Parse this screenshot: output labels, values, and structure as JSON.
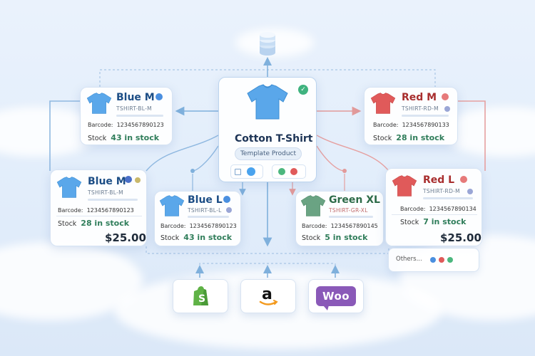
{
  "template": {
    "title": "Cotton T-Shirt",
    "subtitle": "Template Product"
  },
  "variants": {
    "blue_m_top": {
      "name": "Blue M",
      "sku": "TSHIRT-BL-M",
      "barcode_label": "Barcode:",
      "barcode": "1234567890123",
      "stock_label": "Stock",
      "stock_value": "43 in stock",
      "color": "#5aa0e6"
    },
    "red_m_top": {
      "name": "Red M",
      "sku": "TSHIRT-RD-M",
      "barcode_label": "Barcode:",
      "barcode": "1234567890133",
      "stock_label": "Stock",
      "stock_value": "28 in stock",
      "color": "#e05a5a"
    },
    "blue_m_big": {
      "name": "Blue M",
      "sku": "TSHIRT-BL-M",
      "barcode_label": "Barcode:",
      "barcode": "1234567890123",
      "stock_label": "Stock",
      "stock_value": "28 in stock",
      "price": "$25.00",
      "color": "#5aa0e6"
    },
    "blue_l": {
      "name": "Blue L",
      "sku": "TSHIRT-BL-L",
      "barcode_label": "Barcode:",
      "barcode": "1234567890123",
      "stock_label": "Stock",
      "stock_value": "43 in stock",
      "color": "#5aa0e6"
    },
    "green_xl": {
      "name": "Green XL",
      "sku": "TSHIRT-GR-XL",
      "barcode_label": "Barcode:",
      "barcode": "1234567890145",
      "stock_label": "Stock",
      "stock_value": "5 in stock",
      "color": "#5f9a78"
    },
    "red_l": {
      "name": "Red L",
      "sku": "TSHIRT-RD-M",
      "barcode_label": "Barcode:",
      "barcode": "1234567890134",
      "stock_label": "Stock",
      "stock_value": "7 in stock",
      "price": "$25.00",
      "color": "#e05a5a"
    }
  },
  "others": {
    "label": "Others..."
  },
  "stores": [
    {
      "name": "shopify-logo-icon"
    },
    {
      "name": "amazon-logo-icon"
    },
    {
      "name": "woocommerce-logo-icon",
      "text": "Woo"
    }
  ],
  "colors": {
    "blue": "#5aa0e6",
    "red": "#e05a5a",
    "green": "#5f9a78",
    "line_blue": "#8fb8e0",
    "line_red": "#e6a0a0",
    "accent_text": "#1d3456"
  }
}
